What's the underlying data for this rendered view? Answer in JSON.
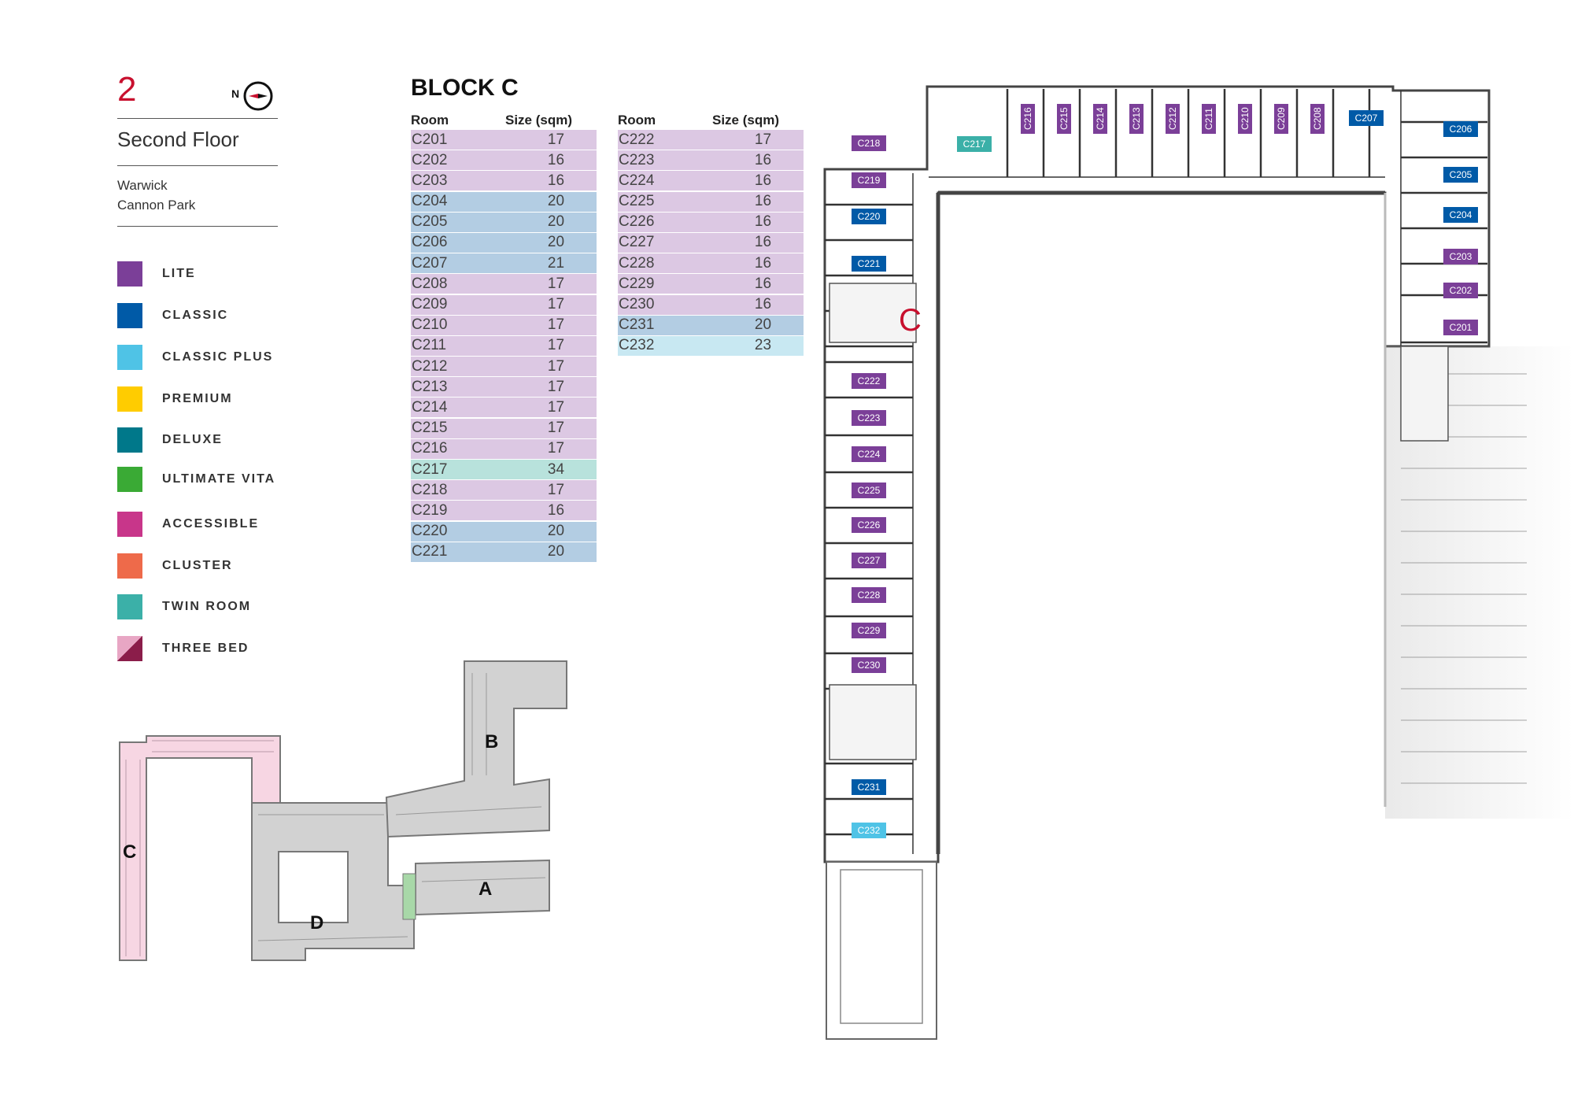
{
  "header": {
    "floor_number": "2",
    "floor_name": "Second Floor",
    "location_line1": "Warwick",
    "location_line2": "Cannon Park",
    "compass_letter": "N"
  },
  "legend": [
    {
      "label": "LITE",
      "color": "#7b3f98"
    },
    {
      "label": "CLASSIC",
      "color": "#005aa7"
    },
    {
      "label": "CLASSIC PLUS",
      "color": "#4fc3e6"
    },
    {
      "label": "PREMIUM",
      "color": "#ffcc00"
    },
    {
      "label": "DELUXE",
      "color": "#00788a"
    },
    {
      "label": "ULTIMATE VITA",
      "color": "#3aaa35"
    },
    {
      "label": "ACCESSIBLE",
      "color": "#c8368a"
    },
    {
      "label": "CLUSTER",
      "color": "#ee6a4a"
    },
    {
      "label": "TWIN ROOM",
      "color": "#3bb0a8"
    },
    {
      "label": "THREE BED",
      "color": "#8b1d4a"
    }
  ],
  "block": {
    "title": "BLOCK C",
    "col_room": "Room",
    "col_size": "Size (sqm)"
  },
  "table_left": [
    {
      "room": "C201",
      "size": "17",
      "fill": "#dcc8e3"
    },
    {
      "room": "C202",
      "size": "16",
      "fill": "#dcc8e3"
    },
    {
      "room": "C203",
      "size": "16",
      "fill": "#dcc8e3"
    },
    {
      "room": "C204",
      "size": "20",
      "fill": "#b3cde3"
    },
    {
      "room": "C205",
      "size": "20",
      "fill": "#b3cde3"
    },
    {
      "room": "C206",
      "size": "20",
      "fill": "#b3cde3"
    },
    {
      "room": "C207",
      "size": "21",
      "fill": "#b3cde3"
    },
    {
      "room": "C208",
      "size": "17",
      "fill": "#dcc8e3"
    },
    {
      "room": "C209",
      "size": "17",
      "fill": "#dcc8e3"
    },
    {
      "room": "C210",
      "size": "17",
      "fill": "#dcc8e3"
    },
    {
      "room": "C211",
      "size": "17",
      "fill": "#dcc8e3"
    },
    {
      "room": "C212",
      "size": "17",
      "fill": "#dcc8e3"
    },
    {
      "room": "C213",
      "size": "17",
      "fill": "#dcc8e3"
    },
    {
      "room": "C214",
      "size": "17",
      "fill": "#dcc8e3"
    },
    {
      "room": "C215",
      "size": "17",
      "fill": "#dcc8e3"
    },
    {
      "room": "C216",
      "size": "17",
      "fill": "#dcc8e3"
    },
    {
      "room": "C217",
      "size": "34",
      "fill": "#b8e2dc"
    },
    {
      "room": "C218",
      "size": "17",
      "fill": "#dcc8e3"
    },
    {
      "room": "C219",
      "size": "16",
      "fill": "#dcc8e3"
    },
    {
      "room": "C220",
      "size": "20",
      "fill": "#b3cde3"
    },
    {
      "room": "C221",
      "size": "20",
      "fill": "#b3cde3"
    }
  ],
  "table_right": [
    {
      "room": "C222",
      "size": "17",
      "fill": "#dcc8e3"
    },
    {
      "room": "C223",
      "size": "16",
      "fill": "#dcc8e3"
    },
    {
      "room": "C224",
      "size": "16",
      "fill": "#dcc8e3"
    },
    {
      "room": "C225",
      "size": "16",
      "fill": "#dcc8e3"
    },
    {
      "room": "C226",
      "size": "16",
      "fill": "#dcc8e3"
    },
    {
      "room": "C227",
      "size": "16",
      "fill": "#dcc8e3"
    },
    {
      "room": "C228",
      "size": "16",
      "fill": "#dcc8e3"
    },
    {
      "room": "C229",
      "size": "16",
      "fill": "#dcc8e3"
    },
    {
      "room": "C230",
      "size": "16",
      "fill": "#dcc8e3"
    },
    {
      "room": "C231",
      "size": "20",
      "fill": "#b3cde3"
    },
    {
      "room": "C232",
      "size": "23",
      "fill": "#c8e8f2"
    }
  ],
  "site_map": {
    "blocks": [
      "A",
      "B",
      "C",
      "D"
    ]
  },
  "floor_plan": {
    "block_letter": "C",
    "top_wing_labels": [
      "C216",
      "C215",
      "C214",
      "C213",
      "C212",
      "C211",
      "C210",
      "C209",
      "C208"
    ],
    "top_wing_special": [
      {
        "room": "C217",
        "type": "twin"
      },
      {
        "room": "C207",
        "type": "classic"
      }
    ],
    "right_wing_labels": [
      {
        "room": "C206",
        "type": "classic"
      },
      {
        "room": "C205",
        "type": "classic"
      },
      {
        "room": "C204",
        "type": "classic"
      },
      {
        "room": "C203",
        "type": "lite"
      },
      {
        "room": "C202",
        "type": "lite"
      },
      {
        "room": "C201",
        "type": "lite"
      }
    ],
    "left_wing_labels": [
      {
        "room": "C218",
        "type": "lite"
      },
      {
        "room": "C219",
        "type": "lite"
      },
      {
        "room": "C220",
        "type": "classic"
      },
      {
        "room": "C221",
        "type": "classic"
      },
      {
        "room": "C222",
        "type": "lite"
      },
      {
        "room": "C223",
        "type": "lite"
      },
      {
        "room": "C224",
        "type": "lite"
      },
      {
        "room": "C225",
        "type": "lite"
      },
      {
        "room": "C226",
        "type": "lite"
      },
      {
        "room": "C227",
        "type": "lite"
      },
      {
        "room": "C228",
        "type": "lite"
      },
      {
        "room": "C229",
        "type": "lite"
      },
      {
        "room": "C230",
        "type": "lite"
      },
      {
        "room": "C231",
        "type": "classic"
      },
      {
        "room": "C232",
        "type": "classicplus"
      }
    ],
    "type_colors": {
      "lite": "#7b3f98",
      "classic": "#005aa7",
      "classicplus": "#4fc3e6",
      "twin": "#3bb0a8"
    }
  }
}
